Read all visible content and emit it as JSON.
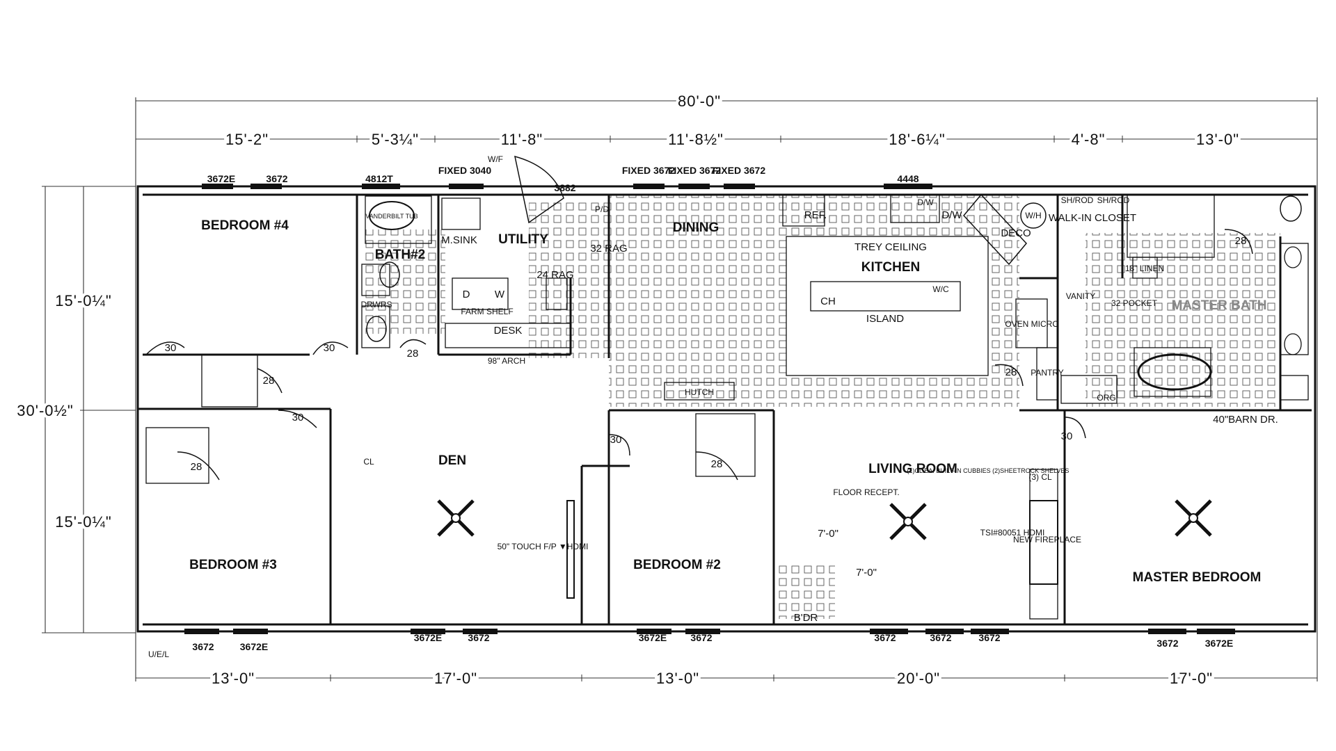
{
  "overall": {
    "width": "80'-0\"",
    "depth": "30'-0½\""
  },
  "top_dims": [
    "15'-2\"",
    "5'-3¼\"",
    "11'-8\"",
    "11'-8½\"",
    "18'-6¼\"",
    "4'-8\"",
    "13'-0\""
  ],
  "bottom_dims": [
    "13'-0\"",
    "17'-0\"",
    "13'-0\"",
    "20'-0\"",
    "17'-0\""
  ],
  "left_dims": [
    "15'-0¼\"",
    "15'-0¼\""
  ],
  "rooms": {
    "bedroom4": "BEDROOM #4",
    "bedroom3": "BEDROOM #3",
    "bedroom2": "BEDROOM #2",
    "den": "DEN",
    "dining": "DINING",
    "utility": "UTILITY",
    "msink": "M.SINK",
    "bath2": "BATH#2",
    "trey": "TREY CEILING",
    "kitchen": "KITCHEN",
    "island": "ISLAND",
    "living": "LIVING ROOM",
    "master_bed": "MASTER BEDROOM",
    "master_bath": "MASTER BATH",
    "walkin": "WALK-IN CLOSET"
  },
  "windows_top": {
    "w1": "3672E",
    "w2": "3672",
    "w3": "4812T",
    "w4": "FIXED 3040",
    "w5": "FIXED 3672",
    "w6": "FIXED 3672",
    "w7": "FIXED 3672",
    "w8": "4448",
    "w9": "3882"
  },
  "windows_bottom": {
    "b1": "3672",
    "b2": "3672E",
    "b3": "3672E",
    "b4": "3672",
    "b5": "3672E",
    "b6": "3672",
    "b7": "3672",
    "b8": "3672",
    "b9": "3672",
    "b10": "3672",
    "b11": "3672E"
  },
  "fixtures": {
    "vanderbilt": "VANDERBILT TUB",
    "drwrs": "DRWRS",
    "farm_shelf": "FARM SHELF",
    "desk": "DESK",
    "arch": "98\" ARCH",
    "rag32": "32 RAG",
    "rag24": "24 RAG",
    "wf": "W/F",
    "pd": "P/D",
    "ref": "REF.",
    "dw": "D/W",
    "deco": "DECO",
    "wh": "W/H",
    "shrod1": "SH/ROD",
    "shrod2": "SH/ROD",
    "org": "ORG",
    "vanity": "VANITY",
    "oven": "OVEN MICRO",
    "pantry": "PANTRY",
    "pocket": "32 POCKET",
    "linen18": "18\" LINEN",
    "hutch": "HUTCH",
    "barn": "40\"BARN DR.",
    "bdr": "B'DR",
    "floor_recept": "FLOOR RECEPT.",
    "fireplace": "NEW FIREPLACE",
    "tsi": "TSI#80051 HDMI",
    "tv": "50\" TOUCH F/P ▼HDMI",
    "dim7a": "7'-0\"",
    "dim7b": "7'-0\"",
    "cl_built": "(1)CL EA. BUILT-IN CUBBIES (2)SHEETROCK SHELVES",
    "cl3": "(3) CL",
    "ch": "CH",
    "wc": "W/C",
    "cl": "CL",
    "uel": "U/E/L",
    "d": "D",
    "w": "W",
    "d_w": "D/W"
  },
  "doors": {
    "d30a": "30",
    "d30b": "30",
    "d28a": "28",
    "d28b": "28",
    "d30c": "30",
    "d28c": "28",
    "d30d": "30",
    "d28d": "28",
    "d28e": "28",
    "d30e": "30",
    "d28f": "28"
  }
}
